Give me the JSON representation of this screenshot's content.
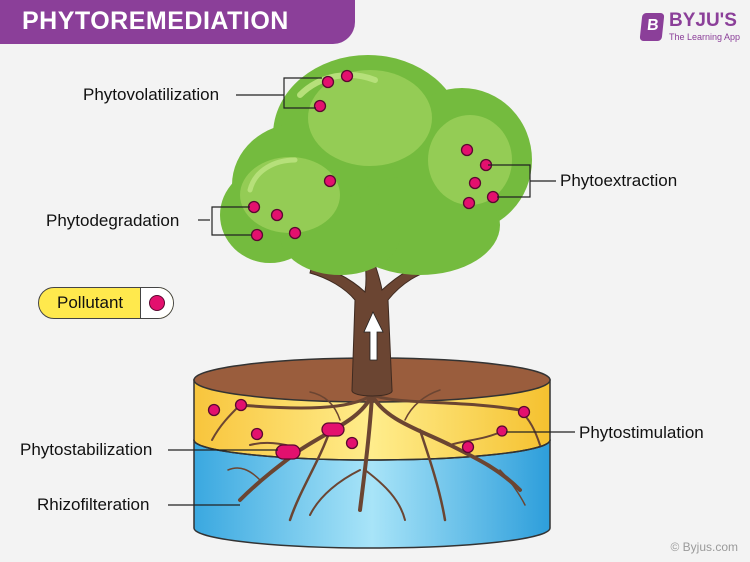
{
  "header": {
    "title": "PHYTOREMEDIATION"
  },
  "brand": {
    "name": "BYJU'S",
    "tagline": "The Learning App",
    "badge_letter": "B"
  },
  "labels": {
    "phytovolatilization": "Phytovolatilization",
    "phytoextraction": "Phytoextraction",
    "phytodegradation": "Phytodegradation",
    "phytostabilization": "Phytostabilization",
    "rhizofilteration": "Rhizofilteration",
    "phytostimulation": "Phytostimulation"
  },
  "legend": {
    "label": "Pollutant"
  },
  "footer": {
    "copyright": "© Byjus.com"
  },
  "colors": {
    "banner": "#8b3f99",
    "pollutant": "#e3106e",
    "leaf": "#7cc242",
    "soil_top": "#8b5a3c",
    "soil_band": "#fbd34d",
    "water": "#57bfe8",
    "trunk": "#6b4532"
  }
}
